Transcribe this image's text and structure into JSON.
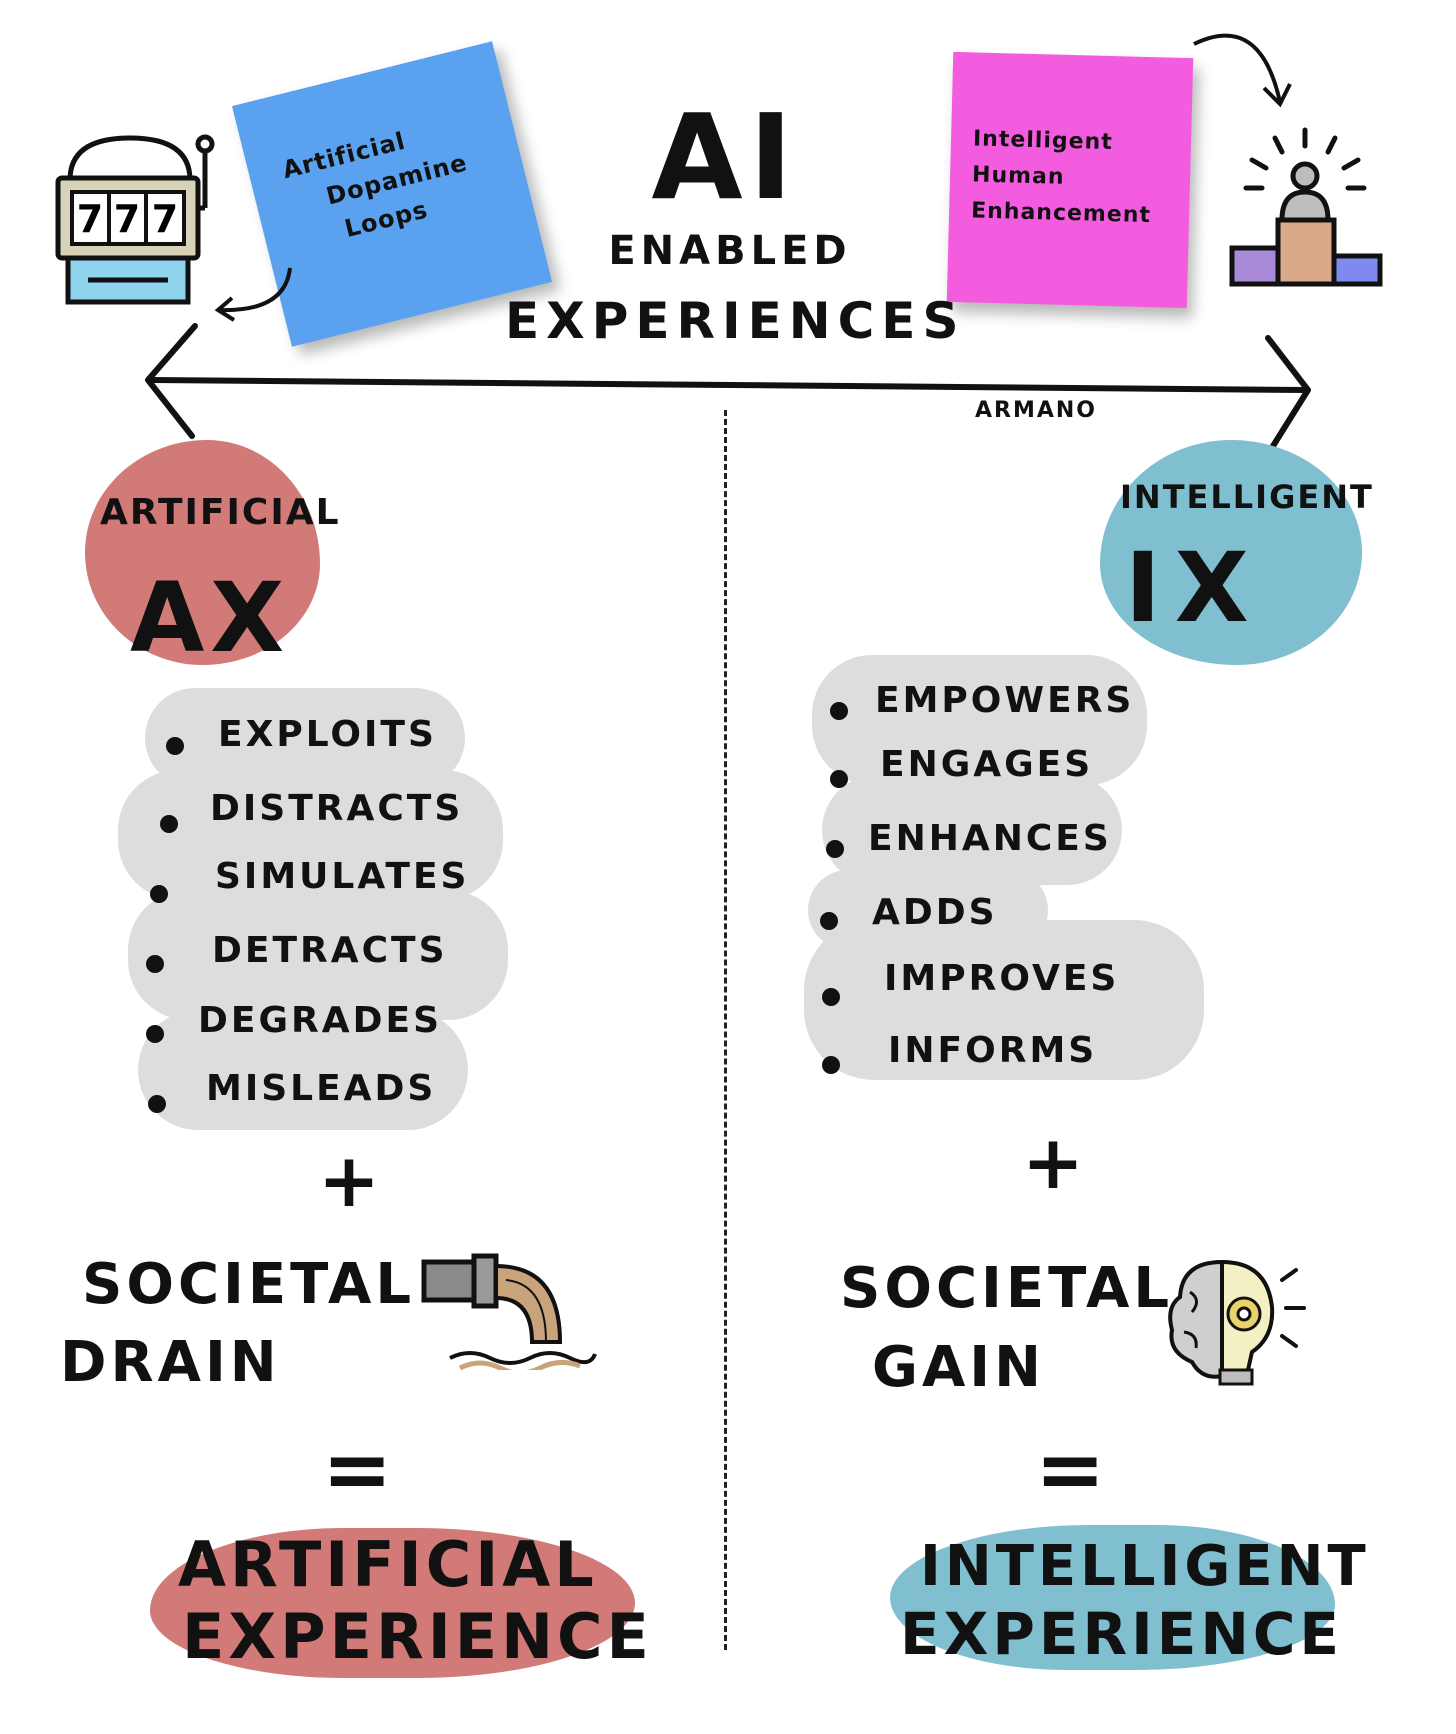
{
  "header": {
    "title": "AI",
    "subtitle_line1": "ENABLED",
    "subtitle_line2": "EXPERIENCES",
    "author": "ARMANO"
  },
  "notes": {
    "left": [
      "Artificial",
      "Dopamine",
      "Loops"
    ],
    "right": [
      "Intelligent",
      "Human",
      "Enhancement"
    ]
  },
  "left": {
    "label": "Artificial",
    "abbr": "AX",
    "items": [
      "Exploits",
      "Distracts",
      "Simulates",
      "Detracts",
      "Degrades",
      "Misleads"
    ],
    "plus": "+",
    "societal_line1": "Societal",
    "societal_line2": "Drain",
    "equals": "=",
    "result_line1": "Artificial",
    "result_line2": "Experience",
    "color": "#d17a78"
  },
  "right": {
    "label": "Intelligent",
    "abbr": "IX",
    "items": [
      "Empowers",
      "Engages",
      "Enhances",
      "Adds",
      "Improves",
      "Informs"
    ],
    "plus": "+",
    "societal_line1": "Societal",
    "societal_line2": "Gain",
    "equals": "=",
    "result_line1": "Intelligent",
    "result_line2": "Experience",
    "color": "#7fbfcf"
  },
  "icons": {
    "slot_machine": "slot-machine-icon",
    "slot_digits": [
      "7",
      "7",
      "7"
    ],
    "podium": "podium-icon",
    "drain_pipe": "drain-pipe-icon",
    "brain_bulb": "brain-lightbulb-icon"
  }
}
